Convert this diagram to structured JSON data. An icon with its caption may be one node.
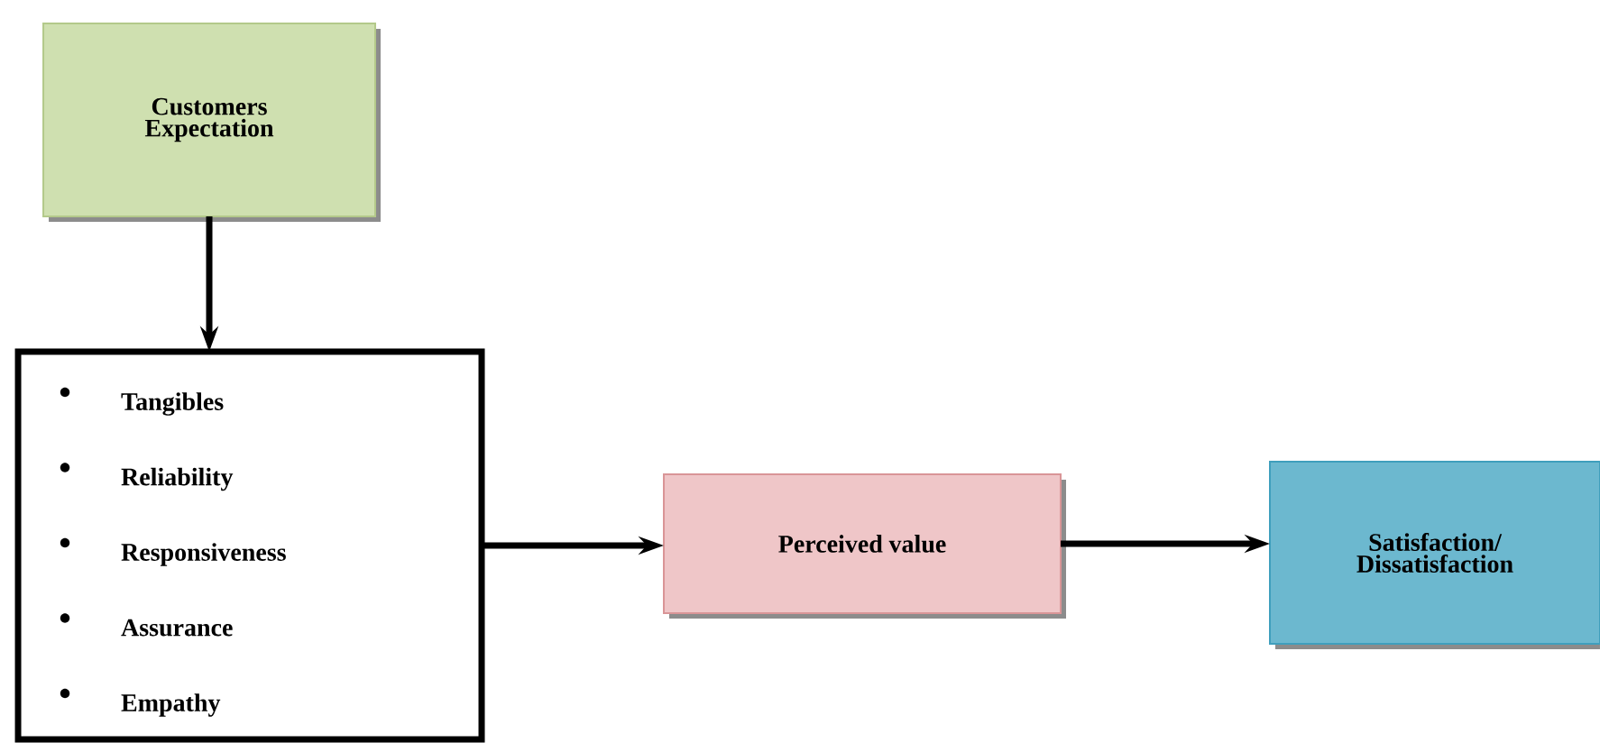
{
  "diagram": {
    "nodes": [
      {
        "text": [
          "Customers Expectation"
        ]
      },
      {
        "text": [
          "Tangibles",
          "Reliability",
          "Responsiveness",
          "Assurance",
          "Empathy"
        ]
      },
      {
        "text": [
          "Perceived value"
        ]
      },
      {
        "text": [
          "Satisfaction/ Dissatisfaction"
        ]
      }
    ],
    "edges": [
      {
        "from": 0,
        "to": 1,
        "arrow": "to"
      },
      {
        "from": 1,
        "to": 2,
        "arrow": "to"
      },
      {
        "from": 2,
        "to": 3,
        "arrow": "to"
      }
    ]
  }
}
